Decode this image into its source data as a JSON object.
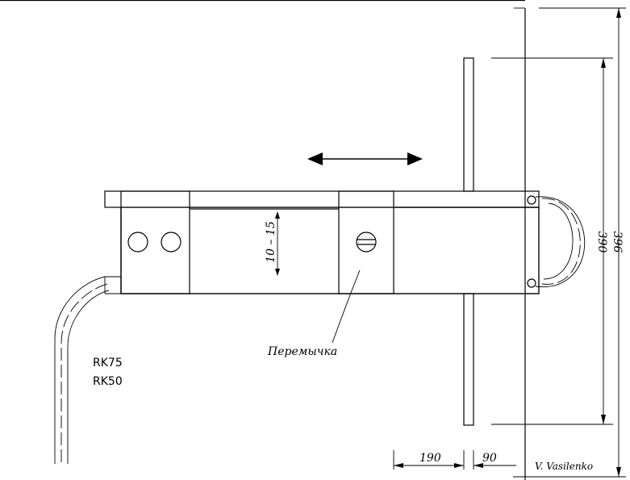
{
  "labels": {
    "jumper": "Перемычка",
    "cable_1": "RK75",
    "cable_2": "RK50",
    "gap": "10 – 15",
    "author": "V. Vasilenko"
  },
  "dimensions": {
    "spacing_190": "190",
    "spacing_90": "90",
    "loop_length": "390",
    "element_length": "396"
  }
}
